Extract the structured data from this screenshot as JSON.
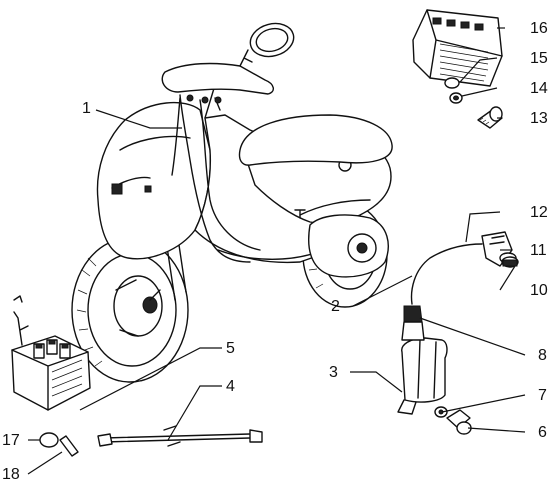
{
  "callouts": [
    {
      "id": "c1",
      "label": "1"
    },
    {
      "id": "c2",
      "label": "2"
    },
    {
      "id": "c3",
      "label": "3"
    },
    {
      "id": "c4",
      "label": "4"
    },
    {
      "id": "c5",
      "label": "5"
    },
    {
      "id": "c6",
      "label": "6"
    },
    {
      "id": "c7",
      "label": "7"
    },
    {
      "id": "c8",
      "label": "8"
    },
    {
      "id": "c10",
      "label": "10"
    },
    {
      "id": "c11",
      "label": "11"
    },
    {
      "id": "c12",
      "label": "12"
    },
    {
      "id": "c13",
      "label": "13"
    },
    {
      "id": "c14",
      "label": "14"
    },
    {
      "id": "c15",
      "label": "15"
    },
    {
      "id": "c16",
      "label": "16"
    },
    {
      "id": "c17",
      "label": "17"
    },
    {
      "id": "c18",
      "label": "18"
    }
  ]
}
